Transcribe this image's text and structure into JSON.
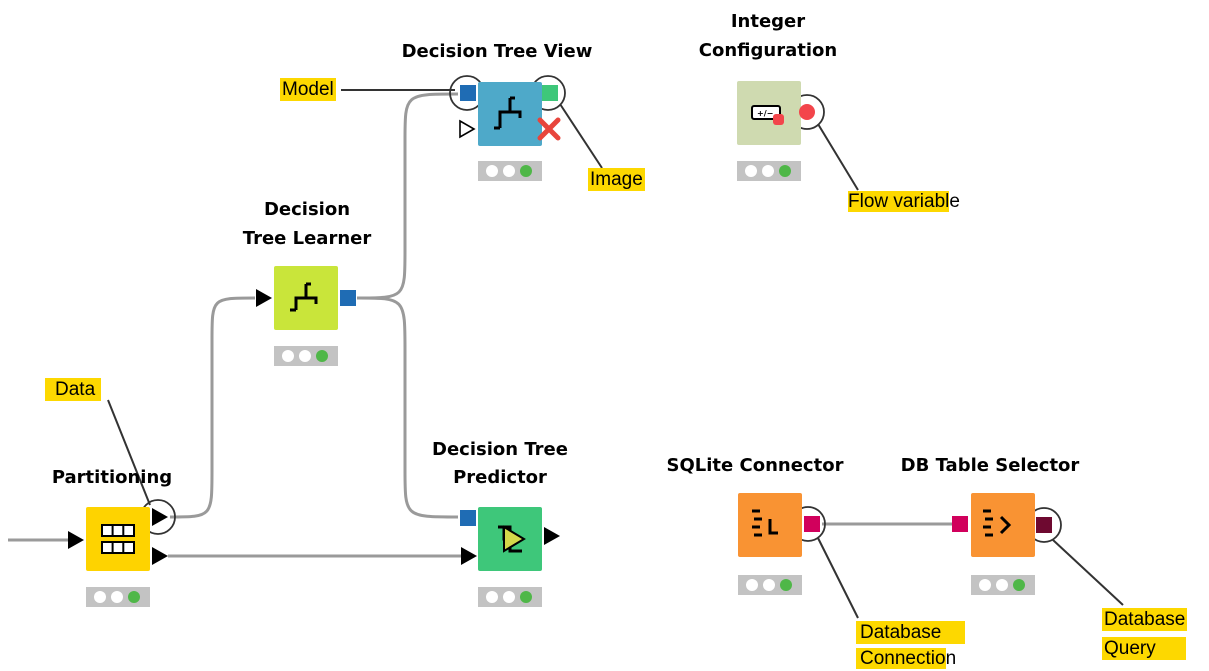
{
  "nodes": {
    "partitioning": {
      "title": "Partitioning",
      "color": "#fed300"
    },
    "learner": {
      "title_line1": "Decision",
      "title_line2": "Tree Learner",
      "color": "#c9e53a"
    },
    "view": {
      "title": "Decision Tree View",
      "color": "#4ea9c9"
    },
    "predictor": {
      "title_line1": "Decision Tree",
      "title_line2": "Predictor",
      "color": "#3ec77a"
    },
    "integer_config": {
      "title_line1": "Integer",
      "title_line2": "Configuration",
      "color": "#cfdab0"
    },
    "sqlite": {
      "title": "SQLite Connector",
      "color": "#f99333"
    },
    "db_selector": {
      "title": "DB Table Selector",
      "color": "#f99333"
    }
  },
  "annotations": {
    "model": "Model",
    "image": "Image",
    "flow_variable_highlight": "Flow variabl",
    "flow_variable_rest": "e",
    "data": "Data",
    "db_connection_line1": "Database",
    "db_connection_line2_highlight": "Connectio",
    "db_connection_line2_rest": "n",
    "db_query_line1": "Database",
    "db_query_line2": "Query"
  },
  "colors": {
    "highlight": "#fdd800",
    "data_port": "#000000",
    "model_port": "#1f6cb4",
    "image_port": "#3ec77a",
    "flow_variable_port": "#f3454b",
    "db_port": "#d1005c",
    "db_query_port": "#6e0930",
    "wire": "#9a9a9a",
    "status_green": "#4fb748"
  },
  "icons": {
    "partitioning": "table-split-icon",
    "learner": "tree-icon",
    "view": "tree-icon",
    "predictor": "predictor-icon",
    "integer_config": "integer-widget-icon",
    "sqlite": "sqlite-icon",
    "db_selector": "db-select-icon",
    "error": "x-icon"
  }
}
